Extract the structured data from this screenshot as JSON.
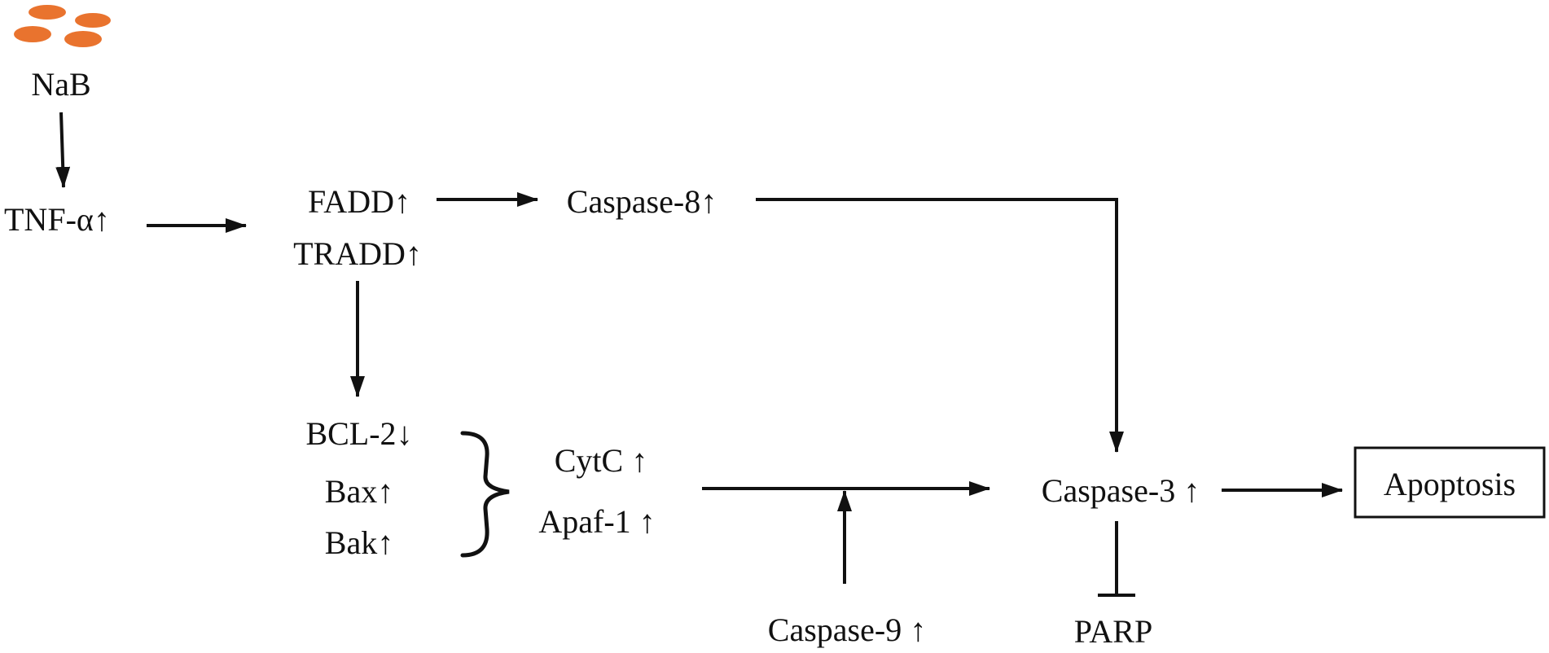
{
  "nodes": {
    "nab": "NaB",
    "tnf": "TNF-α↑",
    "fadd": "FADD↑",
    "tradd": "TRADD↑",
    "casp8": "Caspase-8↑",
    "bcl2": "BCL-2↓",
    "bax": "Bax↑",
    "bak": "Bak↑",
    "cytc": "CytC ↑",
    "apaf1": "Apaf-1 ↑",
    "casp3": "Caspase-3 ↑",
    "apoptosis": "Apoptosis",
    "casp9": "Caspase-9 ↑",
    "parp": "PARP"
  },
  "colors": {
    "drug_icon": "#E9732E",
    "line": "#111111"
  }
}
